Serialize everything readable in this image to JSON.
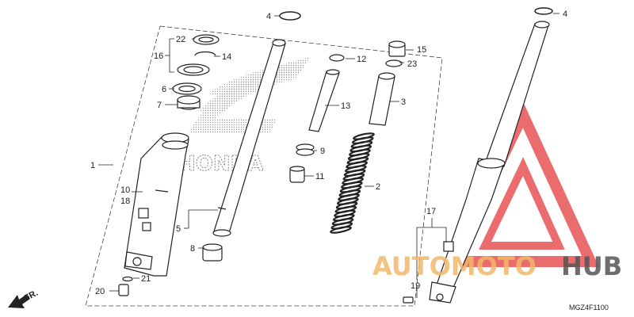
{
  "labels": {
    "p1": "1",
    "p2": "2",
    "p3": "3",
    "p4a": "4",
    "p4b": "4",
    "p5": "5",
    "p6": "6",
    "p7": "7",
    "p8": "8",
    "p9": "9",
    "p10": "10",
    "p11": "11",
    "p12": "12",
    "p13": "13",
    "p14": "14",
    "p15": "15",
    "p16": "16",
    "p17": "17",
    "p18": "18",
    "p19": "19",
    "p20": "20",
    "p21": "21",
    "p22": "22",
    "p23": "23"
  },
  "direction_mark": "FR.",
  "diagram_code": "MGZ4F1100",
  "background_logo": "HONDA",
  "watermark": {
    "part1": "AUTOMOTO",
    "part2": "HUB"
  },
  "colors": {
    "line": "#222222",
    "watermark_orange": "#f3b86a",
    "watermark_gray": "#555555",
    "watermark_red": "#e33b3b"
  }
}
